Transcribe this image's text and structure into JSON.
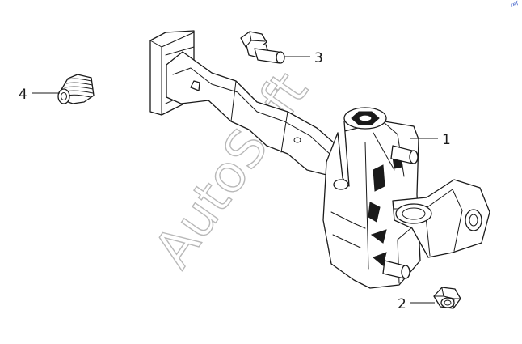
{
  "callouts": {
    "part_1": "1",
    "part_2": "2",
    "part_3": "3",
    "part_4": "4"
  },
  "watermark": "AutoSoft",
  "corner_mark": "ref"
}
